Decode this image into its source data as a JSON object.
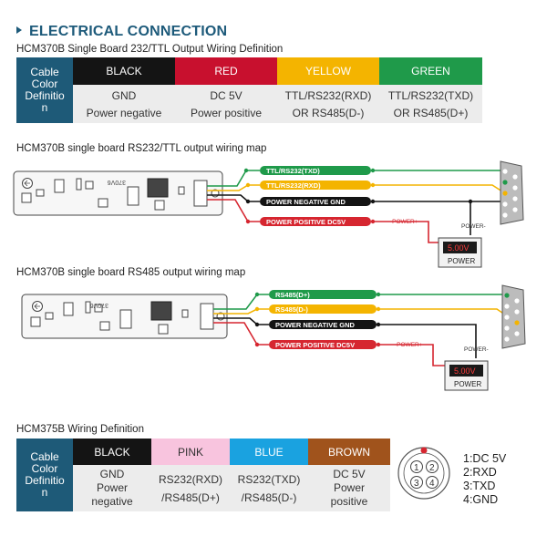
{
  "section_title": "ELECTRICAL CONNECTION",
  "table1": {
    "title": "HCM370B Single Board 232/TTL Output Wiring Definition",
    "label_lines": [
      "Cable",
      "Color",
      "Definitio",
      "n"
    ],
    "columns": [
      {
        "name": "BLACK",
        "line1": "GND",
        "line2": "Power negative",
        "color": "#141414"
      },
      {
        "name": "RED",
        "line1": "DC 5V",
        "line2": "Power positive",
        "color": "#c8102e"
      },
      {
        "name": "YELLOW",
        "line1": "TTL/RS232(RXD)",
        "line2": "OR RS485(D-)",
        "color": "#f4b400"
      },
      {
        "name": "GREEN",
        "line1": "TTL/RS232(TXD)",
        "line2": "OR RS485(D+)",
        "color": "#1f9a4a"
      }
    ]
  },
  "map1": {
    "title": "HCM370B single board RS232/TTL output wiring map",
    "board_text": "370V6",
    "wires": [
      {
        "label": "TTL/RS232(TXD)",
        "color": "#1f9a4a"
      },
      {
        "label": "TTL/RS232(RXD)",
        "color": "#f4b400"
      },
      {
        "label": "POWER NEGATIVE GND",
        "color": "#141414"
      },
      {
        "label": "POWER POSITIVE DC5V",
        "color": "#d62630"
      }
    ],
    "power_plus": "-POWER+",
    "power_minus": "POWER-",
    "voltage": "5.00V",
    "psu_label": "POWER"
  },
  "map2": {
    "title": "HCM370B single board RS485 output wiring map",
    "board_text": "370V6",
    "wires": [
      {
        "label": "RS485(D+)",
        "color": "#1f9a4a"
      },
      {
        "label": "RS485(D-)",
        "color": "#f4b400"
      },
      {
        "label": "POWER NEGATIVE GND",
        "color": "#141414"
      },
      {
        "label": "POWER POSITIVE DC5V",
        "color": "#d62630"
      }
    ],
    "power_plus": "-POWER+",
    "power_minus": "POWER-",
    "voltage": "5.00V",
    "psu_label": "POWER"
  },
  "table2": {
    "title": "HCM375B Wiring Definition",
    "label_lines": [
      "Cable",
      "Color",
      "Definitio",
      "n"
    ],
    "columns": [
      {
        "name": "BLACK",
        "lines": [
          "GND",
          "Power",
          "negative"
        ],
        "color": "#141414",
        "text": "#ffffff"
      },
      {
        "name": "PINK",
        "lines": [
          "RS232(RXD)",
          "/RS485(D+)"
        ],
        "color": "#f8c4de",
        "text": "#333333"
      },
      {
        "name": "BLUE",
        "lines": [
          "RS232(TXD)",
          "/RS485(D-)"
        ],
        "color": "#1aa2e0",
        "text": "#ffffff"
      },
      {
        "name": "BROWN",
        "lines": [
          "DC 5V",
          "Power",
          "positive"
        ],
        "color": "#a0531c",
        "text": "#ffffff"
      }
    ]
  },
  "connector": {
    "pins": [
      "1",
      "2",
      "3",
      "4"
    ],
    "legend": [
      "1:DC 5V",
      "2:RXD",
      "3:TXD",
      "4:GND"
    ]
  }
}
